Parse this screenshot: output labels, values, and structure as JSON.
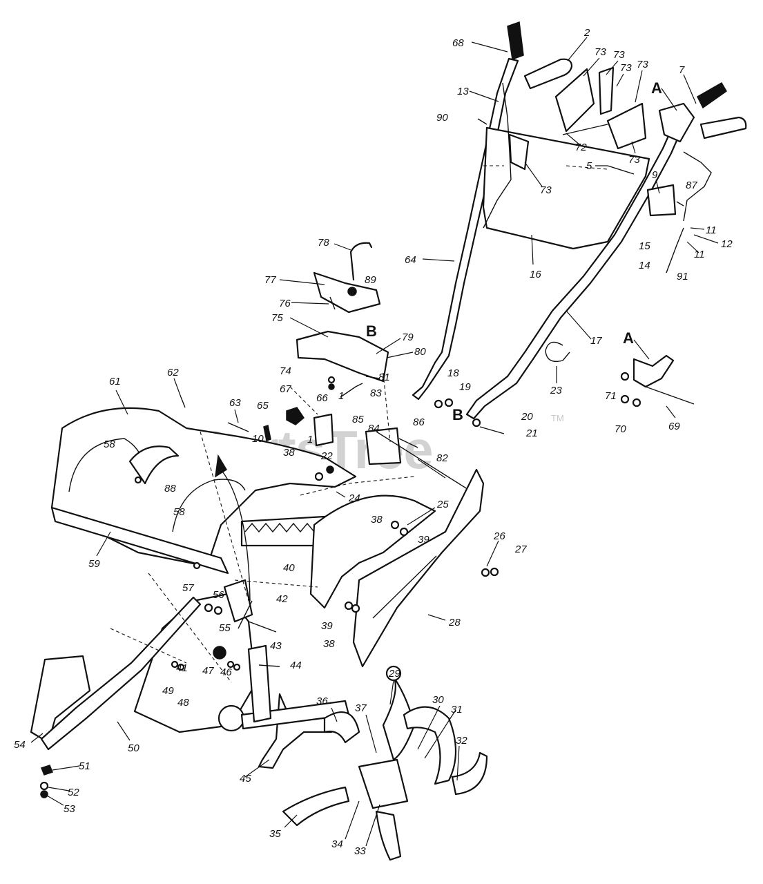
{
  "watermark": {
    "text": "PartsTree",
    "trademark": "TM"
  },
  "section_letters": {
    "a_upper": "A",
    "a_lower": "A",
    "b_upper": "B",
    "b_lower": "B"
  },
  "callouts": [
    {
      "id": "c68",
      "text": "68"
    },
    {
      "id": "c2",
      "text": "2"
    },
    {
      "id": "c73a",
      "text": "73"
    },
    {
      "id": "c73b",
      "text": "73"
    },
    {
      "id": "c73c",
      "text": "73"
    },
    {
      "id": "c73d",
      "text": "73"
    },
    {
      "id": "c73e",
      "text": "73"
    },
    {
      "id": "c73f",
      "text": "73"
    },
    {
      "id": "c7",
      "text": "7"
    },
    {
      "id": "c13",
      "text": "13"
    },
    {
      "id": "c90",
      "text": "90"
    },
    {
      "id": "c72",
      "text": "72"
    },
    {
      "id": "c5",
      "text": "5"
    },
    {
      "id": "c9",
      "text": "9"
    },
    {
      "id": "c87",
      "text": "87"
    },
    {
      "id": "c11a",
      "text": "11"
    },
    {
      "id": "c12",
      "text": "12"
    },
    {
      "id": "c15",
      "text": "15"
    },
    {
      "id": "c11b",
      "text": "11"
    },
    {
      "id": "c14",
      "text": "14"
    },
    {
      "id": "c91",
      "text": "91"
    },
    {
      "id": "c16",
      "text": "16"
    },
    {
      "id": "c64",
      "text": "64"
    },
    {
      "id": "c78",
      "text": "78"
    },
    {
      "id": "c77",
      "text": "77"
    },
    {
      "id": "c89",
      "text": "89"
    },
    {
      "id": "c76",
      "text": "76"
    },
    {
      "id": "c75",
      "text": "75"
    },
    {
      "id": "c79",
      "text": "79"
    },
    {
      "id": "c80",
      "text": "80"
    },
    {
      "id": "c17",
      "text": "17"
    },
    {
      "id": "c74",
      "text": "74"
    },
    {
      "id": "c67",
      "text": "67"
    },
    {
      "id": "c81",
      "text": "81"
    },
    {
      "id": "c18",
      "text": "18"
    },
    {
      "id": "c19",
      "text": "19"
    },
    {
      "id": "c23",
      "text": "23"
    },
    {
      "id": "c71",
      "text": "71"
    },
    {
      "id": "c61",
      "text": "61"
    },
    {
      "id": "c62",
      "text": "62"
    },
    {
      "id": "c63",
      "text": "63"
    },
    {
      "id": "c65",
      "text": "65"
    },
    {
      "id": "c66",
      "text": "66"
    },
    {
      "id": "c1a",
      "text": "1"
    },
    {
      "id": "c83",
      "text": "83"
    },
    {
      "id": "c84",
      "text": "84"
    },
    {
      "id": "c85",
      "text": "85"
    },
    {
      "id": "c86",
      "text": "86"
    },
    {
      "id": "c20",
      "text": "20"
    },
    {
      "id": "c21",
      "text": "21"
    },
    {
      "id": "c70",
      "text": "70"
    },
    {
      "id": "c69",
      "text": "69"
    },
    {
      "id": "c10",
      "text": "10"
    },
    {
      "id": "c58a",
      "text": "58"
    },
    {
      "id": "c1b",
      "text": "1"
    },
    {
      "id": "c22",
      "text": "22"
    },
    {
      "id": "c38a",
      "text": "38"
    },
    {
      "id": "c82",
      "text": "82"
    },
    {
      "id": "c24",
      "text": "24"
    },
    {
      "id": "c25",
      "text": "25"
    },
    {
      "id": "c88",
      "text": "88"
    },
    {
      "id": "c58b",
      "text": "58"
    },
    {
      "id": "c38b",
      "text": "38"
    },
    {
      "id": "c39a",
      "text": "39"
    },
    {
      "id": "c26",
      "text": "26"
    },
    {
      "id": "c27",
      "text": "27"
    },
    {
      "id": "c59",
      "text": "59"
    },
    {
      "id": "c40",
      "text": "40"
    },
    {
      "id": "c57",
      "text": "57"
    },
    {
      "id": "c56",
      "text": "56"
    },
    {
      "id": "c42",
      "text": "42"
    },
    {
      "id": "c55",
      "text": "55"
    },
    {
      "id": "c39b",
      "text": "39"
    },
    {
      "id": "c38c",
      "text": "38"
    },
    {
      "id": "c28",
      "text": "28"
    },
    {
      "id": "c43",
      "text": "43"
    },
    {
      "id": "c41",
      "text": "41"
    },
    {
      "id": "c47",
      "text": "47"
    },
    {
      "id": "c46",
      "text": "46"
    },
    {
      "id": "c44",
      "text": "44"
    },
    {
      "id": "c49",
      "text": "49"
    },
    {
      "id": "c48",
      "text": "48"
    },
    {
      "id": "c29",
      "text": "29"
    },
    {
      "id": "c30",
      "text": "30"
    },
    {
      "id": "c31",
      "text": "31"
    },
    {
      "id": "c36",
      "text": "36"
    },
    {
      "id": "c37",
      "text": "37"
    },
    {
      "id": "c32",
      "text": "32"
    },
    {
      "id": "c54",
      "text": "54"
    },
    {
      "id": "c50",
      "text": "50"
    },
    {
      "id": "c45",
      "text": "45"
    },
    {
      "id": "c51",
      "text": "51"
    },
    {
      "id": "c52",
      "text": "52"
    },
    {
      "id": "c53",
      "text": "53"
    },
    {
      "id": "c35",
      "text": "35"
    },
    {
      "id": "c34",
      "text": "34"
    },
    {
      "id": "c33",
      "text": "33"
    }
  ]
}
